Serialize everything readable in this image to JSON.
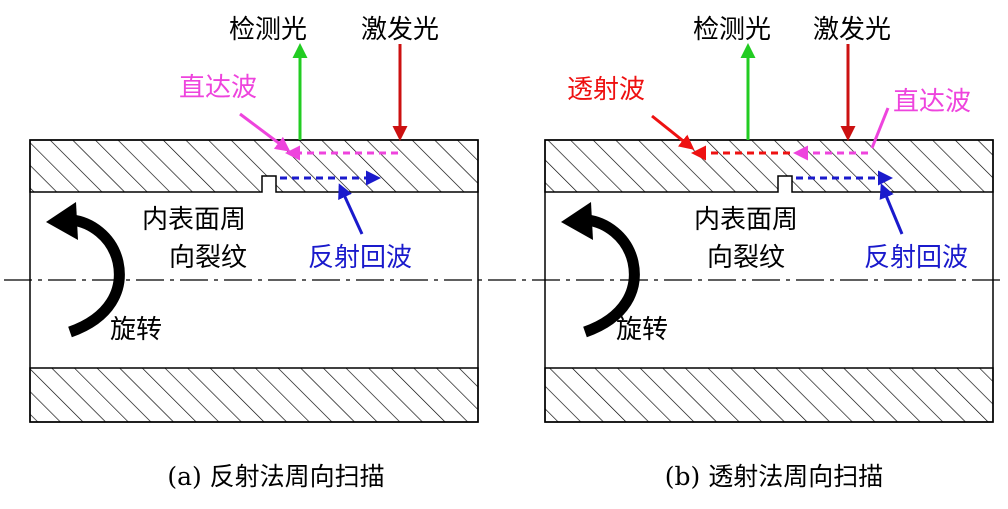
{
  "colors": {
    "line": "#000000",
    "detect": "#22cc22",
    "excite": "#cc1111",
    "direct": "#ee44dd",
    "reflect": "#1a1acc",
    "transmit": "#ee1111"
  },
  "panel_a": {
    "detection_light": "检测光",
    "excitation_light": "激发光",
    "direct_wave": "直达波",
    "crack_line1": "内表面周",
    "crack_line2": "向裂纹",
    "reflected_wave": "反射回波",
    "rotation": "旋转",
    "caption": "(a) 反射法周向扫描"
  },
  "panel_b": {
    "detection_light": "检测光",
    "excitation_light": "激发光",
    "transmitted_wave": "透射波",
    "direct_wave": "直达波",
    "crack_line1": "内表面周",
    "crack_line2": "向裂纹",
    "reflected_wave": "反射回波",
    "rotation": "旋转",
    "caption": "(b) 透射法周向扫描"
  }
}
